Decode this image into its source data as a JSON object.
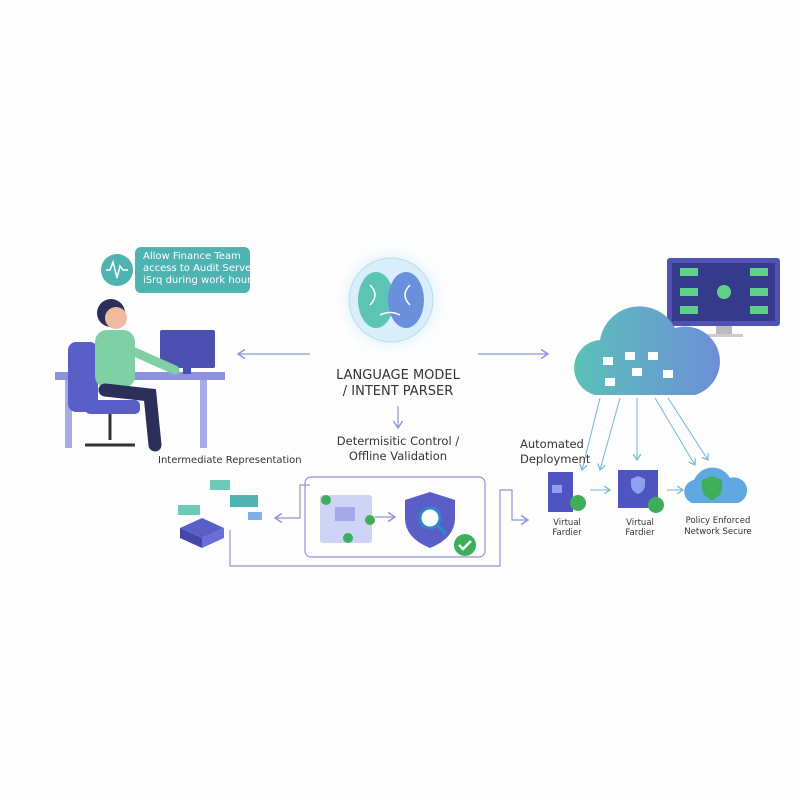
{
  "speech_bubble": {
    "lines": [
      "Allow Finance Team",
      "access to Audit Server",
      "iSrq during work hours"
    ]
  },
  "center": {
    "title_line1": "LANGUAGE MODEL",
    "title_line2": "/ INTENT PARSER"
  },
  "validation": {
    "line1": "Determisitic Control /",
    "line2": "Offline Validation"
  },
  "intermediate": {
    "label": "Intermediate Representation"
  },
  "deployment": {
    "line1": "Automated",
    "line2": "Deployment"
  },
  "nodes": [
    {
      "line1": "Virtual",
      "line2": "Fardier"
    },
    {
      "line1": "Virtual",
      "line2": "Fardier"
    },
    {
      "line1": "Policy Enforced",
      "line2": "Network Secure"
    }
  ],
  "colors": {
    "teal": "#4fb3b1",
    "indigo": "#5a5fc8",
    "green": "#3fae5a",
    "arrow": "#8f95d6",
    "cloud": "#6fb8d8"
  }
}
